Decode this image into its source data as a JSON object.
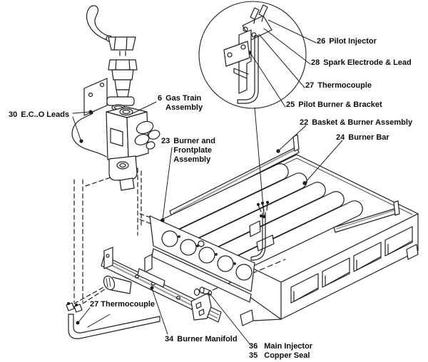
{
  "diagram": {
    "background": "#ffffff",
    "line_color": "#1f1f1f",
    "accent_gray": "#9a9a9a",
    "labels": [
      {
        "id": "eco-leads",
        "num": "30",
        "text": "E.C..O Leads"
      },
      {
        "id": "gas-train-assembly",
        "num": "6",
        "text": "Gas Train Assembly"
      },
      {
        "id": "pilot-injector",
        "num": "26",
        "text": "Pilot Injector"
      },
      {
        "id": "spark-electrode",
        "num": "28",
        "text": "Spark Electrode & Lead"
      },
      {
        "id": "thermocouple-inset",
        "num": "27",
        "text": "Thermocouple"
      },
      {
        "id": "pilot-burner",
        "num": "25",
        "text": "Pilot Burner & Bracket"
      },
      {
        "id": "basket-burner",
        "num": "22",
        "text": "Basket & Burner Assembly"
      },
      {
        "id": "burner-frontplate",
        "num": "23",
        "text": "Burner and Frontplate Assembly"
      },
      {
        "id": "burner-bar",
        "num": "24",
        "text": "Burner Bar"
      },
      {
        "id": "thermocouple",
        "num": "27",
        "text": "Thermocouple"
      },
      {
        "id": "burner-manifold",
        "num": "34",
        "text": "Burner Manifold"
      },
      {
        "id": "main-injector",
        "num": "36",
        "text": "Main Injector"
      },
      {
        "id": "copper-seal",
        "num": "35",
        "text": "Copper Seal"
      }
    ]
  }
}
